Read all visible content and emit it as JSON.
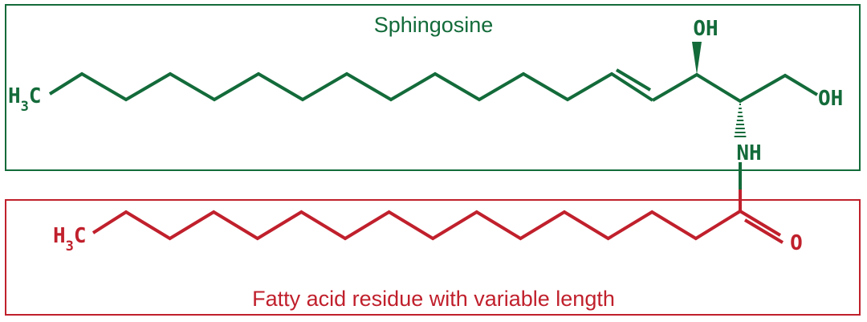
{
  "sphingosine": {
    "title": "Sphingosine",
    "methyl_main": "H",
    "methyl_sub": "3",
    "methyl_c": "C",
    "hydroxyl_top": "OH",
    "hydroxyl_right": "OH",
    "amine": "NH",
    "color": "#136b3a"
  },
  "fatty_acid": {
    "title": "Fatty acid residue with variable length",
    "methyl_main": "H",
    "methyl_sub": "3",
    "methyl_c": "C",
    "carbonyl_oxygen": "O",
    "color": "#c0202c"
  }
}
